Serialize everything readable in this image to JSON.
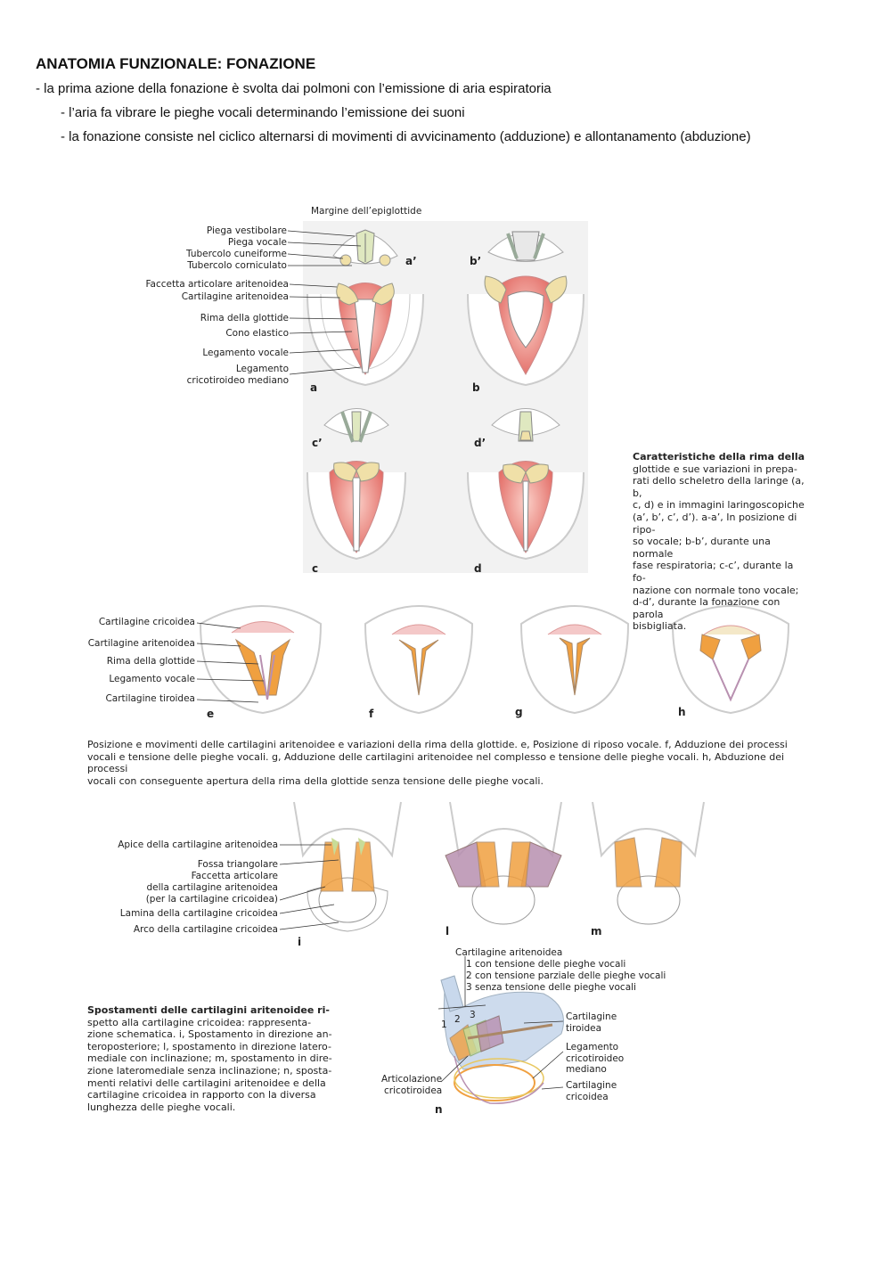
{
  "heading": {
    "title": "ANATOMIA FUNZIONALE: FONAZIONE",
    "bullets": [
      "- la prima azione della fonazione è svolta dai polmoni con l’emissione di aria espiratoria",
      "- l’aria fa vibrare le pieghe vocali determinando l’emissione dei suoni",
      "- la fonazione consiste nel ciclico alternarsi di movimenti di avvicinamento (adduzione) e allontanamento (abduzione)"
    ]
  },
  "figure1": {
    "labels": {
      "margine": "Margine dell’epiglottide",
      "piega_vestibolare": "Piega vestibolare",
      "piega_vocale": "Piega vocale",
      "tubercolo_cuneiforme": "Tubercolo cuneiforme",
      "tubercolo_corniculato": "Tubercolo corniculato",
      "faccetta": "Faccetta articolare aritenoidea",
      "cartilagine_aritenoidea": "Cartilagine aritenoidea",
      "rima": "Rima della glottide",
      "cono": "Cono elastico",
      "legamento_vocale": "Legamento vocale",
      "legamento_crico_1": "Legamento",
      "legamento_crico_2": "cricotiroideo mediano"
    },
    "letters": {
      "a1": "a’",
      "b1": "b’",
      "a": "a",
      "b": "b",
      "c1": "c’",
      "d1": "d’",
      "c": "c",
      "d": "d"
    },
    "caption": {
      "title": "Caratteristiche della rima della glottide e sue variazioni",
      "lines": [
        "Caratteristiche della rima della",
        "glottide e sue variazioni in prepa-",
        "rati dello scheletro della laringe (a, b,",
        "c, d) e in immagini laringoscopiche",
        "(a’, b’, c’, d’). a-a’, In posizione di ripo-",
        "so vocale; b-b’, durante una normale",
        "fase respiratoria; c-c’, durante la fo-",
        "nazione con normale tono vocale;",
        "d-d’, durante la fonazione con parola",
        "bisbigliata."
      ]
    }
  },
  "figure2": {
    "labels": {
      "cricoidea": "Cartilagine cricoidea",
      "aritenoidea": "Cartilagine aritenoidea",
      "rima": "Rima della glottide",
      "legamento": "Legamento vocale",
      "tiroidea": "Cartilagine tiroidea"
    },
    "letters": {
      "e": "e",
      "f": "f",
      "g": "g",
      "h": "h"
    },
    "caption": [
      "Posizione e movimenti delle cartilagini aritenoidee e variazioni della rima della glottide. e, Posizione di riposo vocale. f, Adduzione dei processi",
      "vocali e tensione delle pieghe vocali. g, Adduzione delle cartilagini aritenoidee nel complesso e tensione delle pieghe vocali. h, Abduzione dei processi",
      "vocali con conseguente apertura della rima della glottide senza tensione delle pieghe vocali."
    ]
  },
  "figure3": {
    "labels": {
      "apice": "Apice della cartilagine aritenoidea",
      "fossa": "Fossa triangolare",
      "faccetta_1": "Faccetta articolare",
      "faccetta_2": "della cartilagine aritenoidea",
      "faccetta_3": "(per la cartilagine cricoidea)",
      "lamina": "Lamina della cartilagine cricoidea",
      "arco": "Arco della cartilagine cricoidea"
    },
    "letters": {
      "i": "i",
      "l": "l",
      "m": "m",
      "n": "n"
    },
    "n_labels": {
      "aritenoidea": "Cartilagine aritenoidea",
      "l1": "1 con tensione delle pieghe vocali",
      "l2": "2 con tensione parziale delle pieghe vocali",
      "l3": "3 senza tensione  delle pieghe vocali",
      "num1": "1",
      "num2": "2",
      "num3": "3",
      "tiroidea_1": "Cartilagine",
      "tiroidea_2": "tiroidea",
      "leg_1": "Legamento",
      "leg_2": "cricotiroideo",
      "leg_3": "mediano",
      "crico_1": "Cartilagine",
      "crico_2": "cricoidea",
      "art_1": "Articolazione",
      "art_2": "cricotiroidea"
    },
    "caption": [
      "Spostamenti delle cartilagini aritenoidee ri-",
      "spetto alla cartilagine cricoidea: rappresenta-",
      "zione schematica. i, Spostamento in direzione an-",
      "teroposteriore; l, spostamento in direzione latero-",
      "mediale con inclinazione; m, spostamento in dire-",
      "zione lateromediale senza inclinazione; n, sposta-",
      "menti relativi delle cartilagini aritenoidee e della",
      "cartilagine cricoidea in rapporto con la diversa",
      "lunghezza delle pieghe vocali."
    ]
  },
  "colors": {
    "arytenoid": "#f0e0a8",
    "arytenoid_orange": "#f0a040",
    "glottis_red": "#e8706a",
    "cricoid_pink": "#f4c8c8",
    "outline_gray": "#bbbbbb",
    "green_fold": "#c8dc98",
    "thyroid_blue": "#c8d8ec",
    "purple": "#b890b0"
  }
}
